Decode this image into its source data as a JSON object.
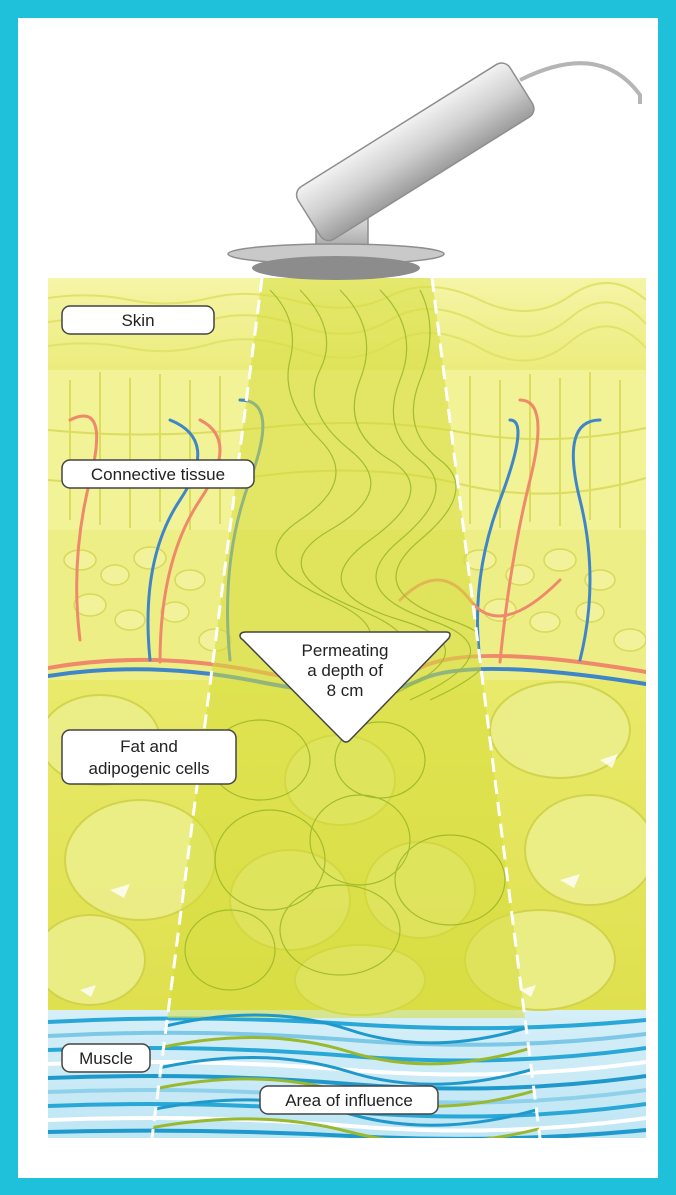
{
  "labels": {
    "skin": "Skin",
    "connective_tissue": "Connective tissue",
    "fat_line1": "Fat and",
    "fat_line2": "adipogenic cells",
    "muscle": "Muscle",
    "area_of_influence": "Area of influence"
  },
  "depth_callout": {
    "line1": "Permeating",
    "line2": "a depth of",
    "line3": "8 cm"
  },
  "colors": {
    "frame": "#1ec1d9",
    "panel": "#ffffff",
    "skin_yellow": "#f0f08a",
    "fat_yellow": "#e4e75c",
    "beam_green": "#b8c82a",
    "muscle_blue": "#29a8d8",
    "vein_blue": "#3f86c9",
    "artery_red": "#ee8a6a"
  },
  "icons": {
    "device": "ultrasound-probe-icon",
    "arrow": "down-triangle-icon"
  }
}
